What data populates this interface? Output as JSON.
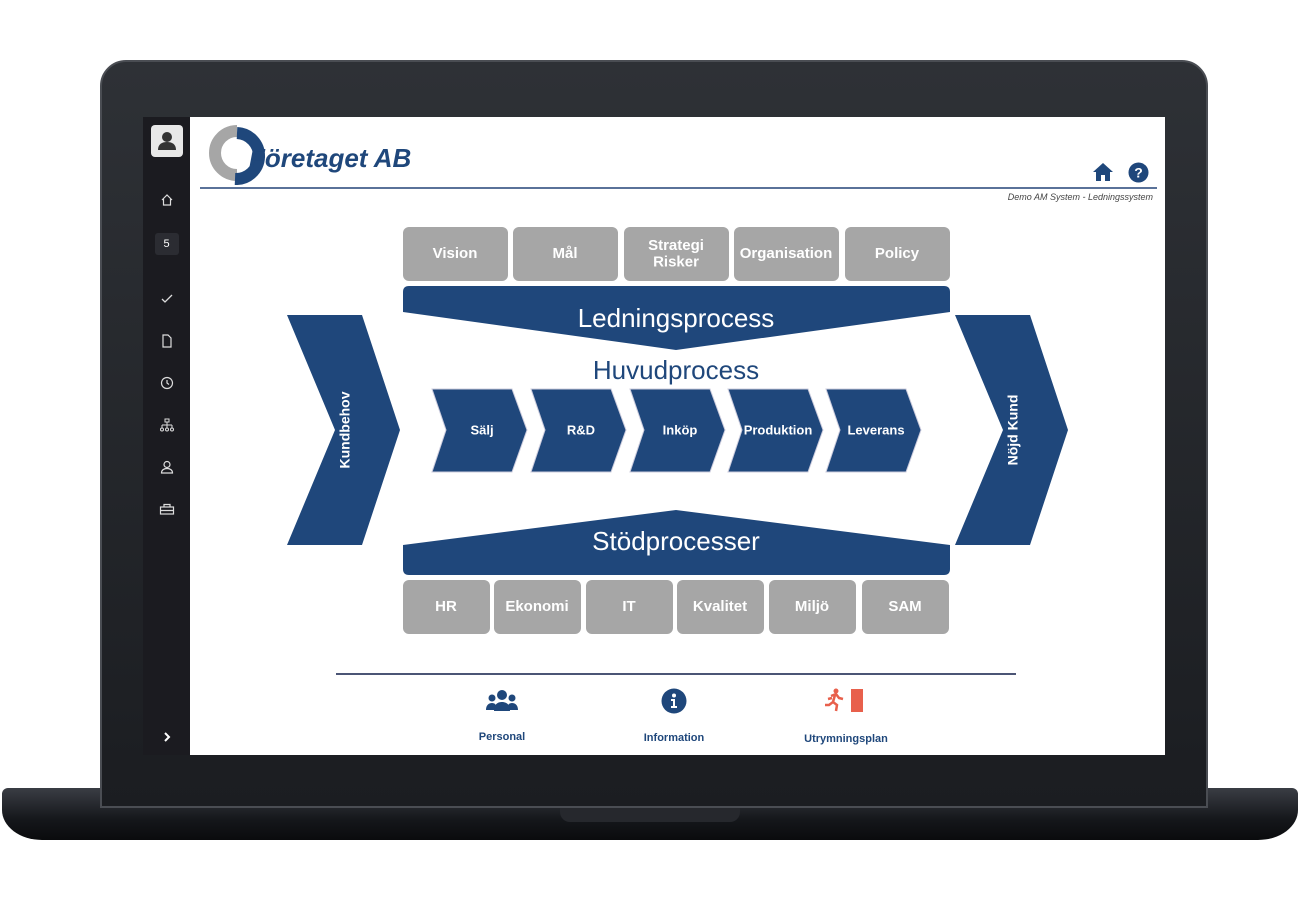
{
  "header": {
    "company": "Företaget AB",
    "subtitle": "Demo AM System - Ledningssystem",
    "home_icon": "home-icon",
    "help_icon": "question-circle-icon"
  },
  "sidebar": {
    "badge": "5",
    "items": [
      "home-icon",
      "badge-5",
      "check-icon",
      "document-icon",
      "clock-icon",
      "org-chart-icon",
      "user-icon",
      "toolbox-icon"
    ],
    "expand_icon": "chevron-right-icon"
  },
  "diagram": {
    "top_boxes": [
      "Vision",
      "Mål",
      "Strategi\nRisker",
      "Organisation",
      "Policy"
    ],
    "management": "Ledningsprocess",
    "main_title": "Huvudprocess",
    "main_steps": [
      "Sälj",
      "R&D",
      "Inköp",
      "Produktion",
      "Leverans"
    ],
    "left": "Kundbehov",
    "right": "Nöjd Kund",
    "support": "Stödprocesser",
    "bottom_boxes": [
      "HR",
      "Ekonomi",
      "IT",
      "Kvalitet",
      "Miljö",
      "SAM"
    ],
    "colors": {
      "navy": "#1f477b",
      "gray": "#a6a6a6",
      "exit": "#e8604c"
    }
  },
  "footer": [
    {
      "label": "Personal",
      "icon": "users-icon"
    },
    {
      "label": "Information",
      "icon": "info-circle-icon"
    },
    {
      "label": "Utrymningsplan",
      "icon": "emergency-exit-icon"
    }
  ]
}
